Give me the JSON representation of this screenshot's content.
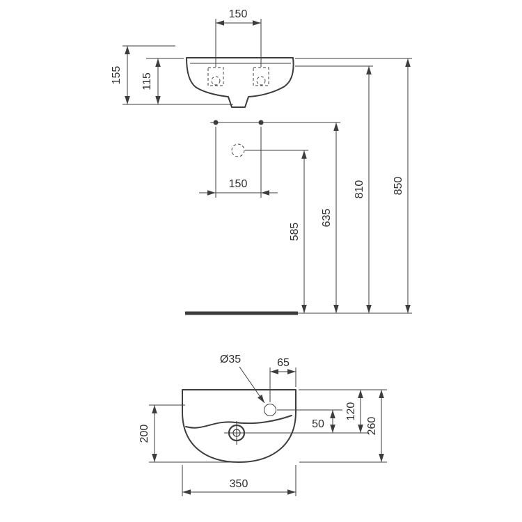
{
  "drawing": {
    "front_view": {
      "tap_hole_spacing": "150",
      "total_depth_with_fixing": "155",
      "front_apron_height": "115",
      "fixing_hole_spacing": "150",
      "waste_outlet_height": "585",
      "fixing_holes_height": "635",
      "underside_height": "810",
      "rim_height": "850"
    },
    "plan_view": {
      "tap_hole_diameter": "Ø35",
      "tap_hole_from_right_edge": "65",
      "tap_hole_to_drain_centre": "50",
      "drain_centre_from_rear": "120",
      "overall_depth": "260",
      "bowl_depth": "200",
      "overall_width": "350"
    }
  },
  "colors": {
    "line": "#3d3d3d",
    "text": "#2e2e2e",
    "background": "#ffffff"
  }
}
